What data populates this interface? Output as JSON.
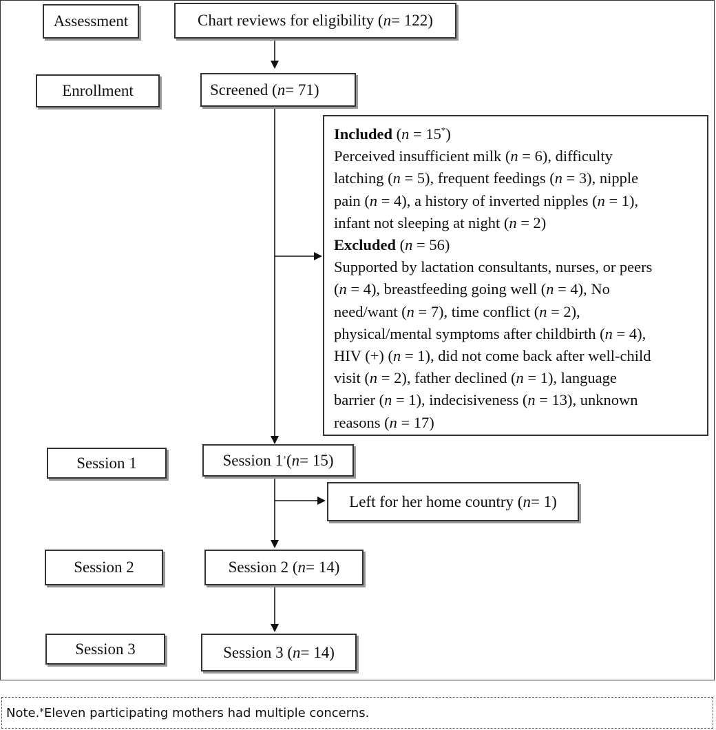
{
  "stages": {
    "assessment": "Assessment",
    "enrollment": "Enrollment",
    "session1": "Session 1",
    "session2": "Session 2",
    "session3": "Session 3"
  },
  "flow": {
    "chart_reviews": {
      "label": "Chart reviews for eligibility (",
      "n": "n",
      "rest": " = 122)"
    },
    "screened": {
      "label": "Screened (",
      "n": "n",
      "rest": " = 71)"
    },
    "session1": {
      "label": "Session 1 ",
      "mark": "’",
      "open": "(",
      "n": "n",
      "rest": " = 15)"
    },
    "session2": {
      "label": "Session 2 (",
      "n": "n",
      "rest": " = 14)"
    },
    "session3": {
      "label": "Session 3 (",
      "n": "n",
      "rest": " = 14)"
    },
    "left_home": {
      "label": "Left for her home country (",
      "n": "n",
      "rest": " = 1)"
    }
  },
  "details": {
    "included_heading": "Included",
    "included_count_prefix": " (",
    "included_n": "n",
    "included_count": " = 15",
    "included_sup": "*",
    "included_close": ")",
    "included_lines": [
      "Perceived insufficient milk (n = 6), difficulty",
      "latching (n = 5), frequent feedings (n = 3), nipple",
      "pain (n = 4), a history of inverted nipples (n = 1),",
      "infant not sleeping at night (n = 2)"
    ],
    "excluded_heading": "Excluded",
    "excluded_count_prefix": " (",
    "excluded_n": "n",
    "excluded_count": " = 56)",
    "excluded_lines": [
      "Supported by lactation consultants, nurses, or peers",
      "(n = 4), breastfeeding going well (n = 4), No",
      "need/want (n = 7), time conflict (n = 2),",
      "physical/mental symptoms after childbirth (n = 4),",
      "HIV (+) (n = 1), did not come back after well-child",
      "visit (n = 2), father declined (n = 1), language",
      "barrier (n = 1), indecisiveness (n = 13), unknown",
      "reasons (n = 17)"
    ]
  },
  "note": {
    "prefix": "Note. ",
    "sup": "*",
    "text": "Eleven participating mothers had multiple concerns."
  }
}
